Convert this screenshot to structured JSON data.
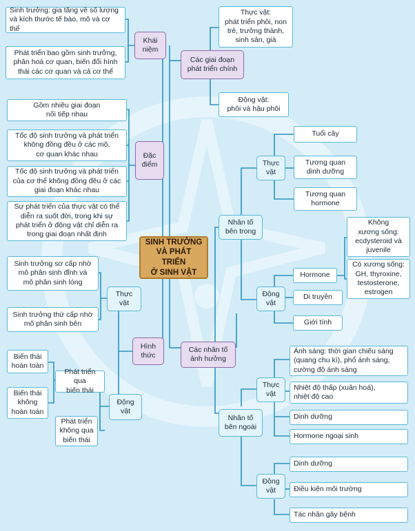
{
  "center": "SINH TRƯỞNG\nVÀ PHÁT TRIỂN\nỞ SINH VẬT",
  "khai_niem": {
    "label": "Khái\nniệm",
    "items": [
      "Sinh trưởng: gia tăng về số lượng\nvà kích thước tế bào, mô và cơ thể",
      "Phát triển bao gồm sinh trưởng,\nphân hoá cơ quan, biến đổi hình\nthái các cơ quan và cả cơ thể"
    ]
  },
  "giai_doan": {
    "label": "Các giai đoạn\nphát triển chính",
    "thuc_vat": "Thực vật:\nphát triển phôi, non\ntrẻ, trưởng thành,\nsinh sản, già",
    "dong_vat": "Động vật:\nphôi và hậu phôi"
  },
  "dac_diem": {
    "label": "Đặc\nđiểm",
    "items": [
      "Gồm nhiều giai đoạn\nnối tiếp nhau",
      "Tốc độ sinh trưởng và phát triển\nkhông đồng đều ở các mô,\ncơ quan khác nhau",
      "Tốc độ sinh trưởng và phát triển\ncủa cơ thể không đồng đều ở các\ngiai đoạn khác nhau",
      "Sự phát triển của thực vật có thể\ndiễn ra suốt đời, trong khi sự\nphát triển ở động vật chỉ diễn ra\ntrong giai đoạn nhất định"
    ]
  },
  "hinh_thuc": {
    "label": "Hình\nthức",
    "thuc_vat": {
      "label": "Thực\nvật",
      "items": [
        "Sinh trưởng sơ cấp nhờ\nmô phân sinh đỉnh và\nmô phân sinh lóng",
        "Sinh trưởng thứ cấp nhờ\nmô phân sinh bên"
      ]
    },
    "dong_vat": {
      "label": "Động\nvật",
      "qua_bien_thai": "Phát triển qua\nbiến thái",
      "hoan_toan": "Biến thái\nhoàn toàn",
      "khong_hoan_toan": "Biến thái\nkhông\nhoàn toàn",
      "khong_qua_bien_thai": "Phát triển\nkhông qua\nbiến thái"
    }
  },
  "nhan_to": {
    "label": "Các nhân tố\nảnh hưởng",
    "ben_trong": {
      "label": "Nhân tố\nbên trong",
      "thuc_vat": {
        "label": "Thực\nvật",
        "items": [
          "Tuổi cây",
          "Tương quan\ndinh dưỡng",
          "Tương quan\nhormone"
        ]
      },
      "dong_vat": {
        "label": "Động\nvật",
        "hormone": "Hormone",
        "khong_xuong_song": "Không\nxương sống:\necdysteroid và\njuvenile",
        "co_xuong_song": "Có xương sống:\nGH, thyroxine,\ntestosterone,\nestrogen",
        "di_truyen": "Di truyền",
        "gioi_tinh": "Giới tính"
      }
    },
    "ben_ngoai": {
      "label": "Nhân tố\nbên ngoài",
      "thuc_vat": {
        "label": "Thực\nvật",
        "items": [
          "Ánh sáng: thời gian chiếu sáng\n(quang chu kì), phổ ánh sáng,\ncường độ ánh sáng",
          "Nhiệt độ thấp (xuân hoá),\nnhiệt độ cao",
          "Dinh dưỡng",
          "Hormone ngoại sinh"
        ]
      },
      "dong_vat": {
        "label": "Động\nvật",
        "items": [
          "Dinh dưỡng",
          "Điều kiện môi trường",
          "Tác nhân gây bệnh"
        ]
      }
    }
  },
  "colors": {
    "background": "#d3ecf8",
    "line": "#2a93bf",
    "leaf_border": "#58b8d8",
    "purple_fill": "#e8dcf0",
    "center_fill": "#d9a85f",
    "watermark": "#ffffff"
  }
}
